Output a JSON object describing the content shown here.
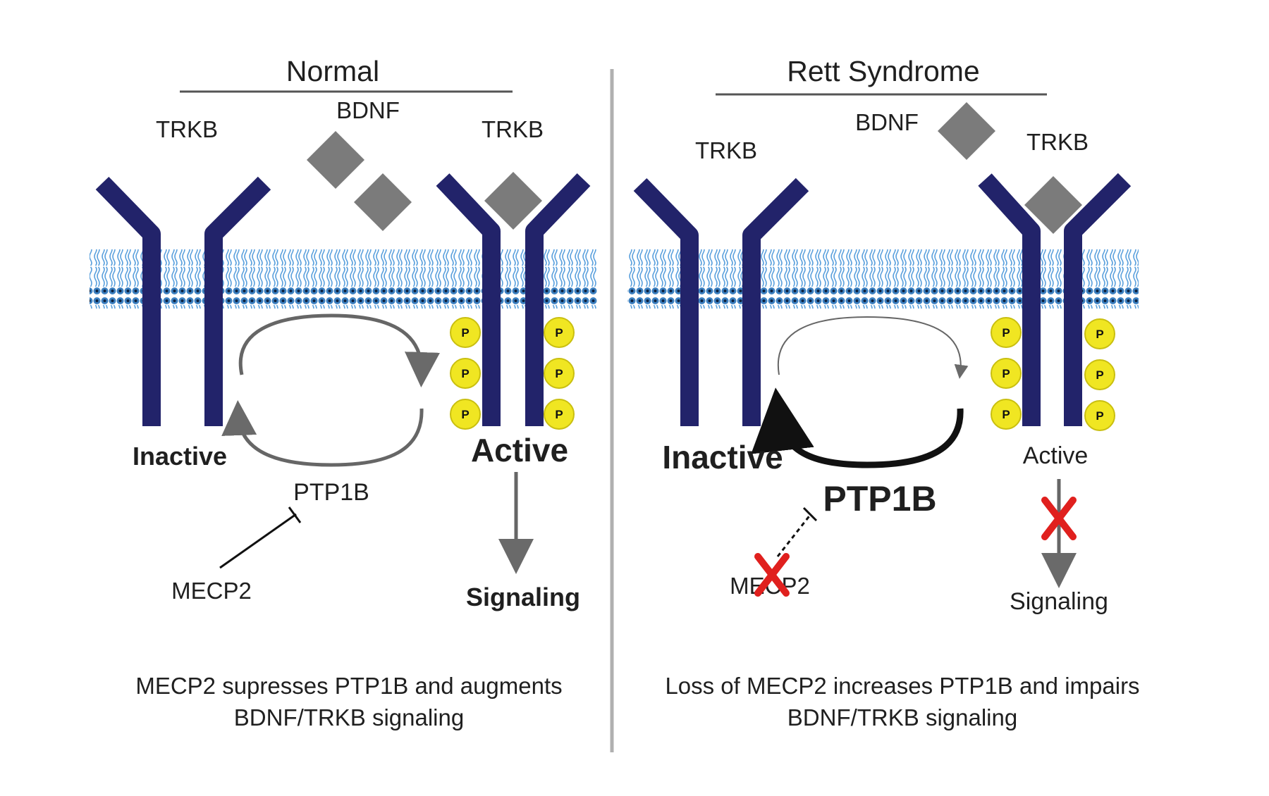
{
  "panels": {
    "normal": {
      "title": "Normal",
      "receptor_left": "TRKB",
      "ligand": "BDNF",
      "receptor_right": "TRKB",
      "state_inactive": "Inactive",
      "state_active": "Active",
      "enzyme": "PTP1B",
      "regulator": "MECP2",
      "output": "Signaling",
      "caption_line1": "MECP2 supresses PTP1B and augments",
      "caption_line2": "BDNF/TRKB signaling"
    },
    "rett": {
      "title": "Rett Syndrome",
      "receptor_left": "TRKB",
      "ligand": "BDNF",
      "receptor_right": "TRKB",
      "state_inactive": "Inactive",
      "state_active": "Active",
      "enzyme": "PTP1B",
      "regulator": "MECP2",
      "output": "Signaling",
      "caption_line1": "Loss of MECP2 increases PTP1B and impairs",
      "caption_line2": "BDNF/TRKB signaling"
    }
  },
  "phospho_label": "P",
  "colors": {
    "receptor": "#22236a",
    "ligand": "#7b7b7b",
    "membrane": "#4a90cc",
    "phosphate": "#f0e622",
    "inhibition_x": "#e0201e",
    "divider": "#b0b0b0"
  }
}
